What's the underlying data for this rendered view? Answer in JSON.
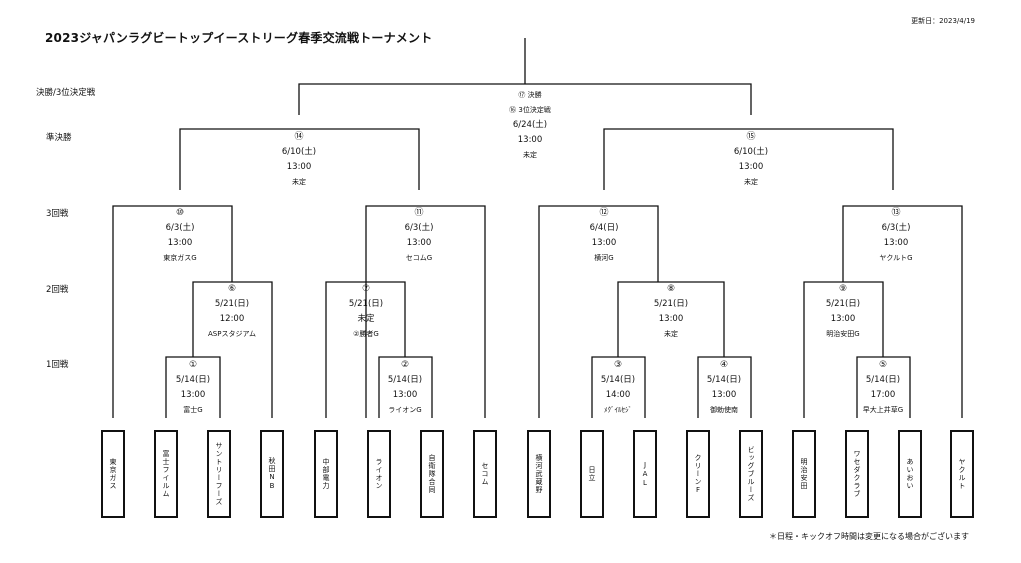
{
  "header": {
    "title": "2023ジャパンラグビートップイーストリーグ春季交流戦トーナメント",
    "updated": "更新日：2023/4/19"
  },
  "rounds": {
    "final": "決勝/3位決定戦",
    "semi": "準決勝",
    "r3": "3回戦",
    "r2": "2回戦",
    "r1": "1回戦"
  },
  "final_block": {
    "line1": "⑰ 決勝",
    "line2": "⑯ 3位決定戦",
    "date": "6/24(土)",
    "time": "13:00",
    "venue": "未定"
  },
  "matches": {
    "m14": {
      "num": "⑭",
      "date": "6/10(土)",
      "time": "13:00",
      "venue": "未定"
    },
    "m15": {
      "num": "⑮",
      "date": "6/10(土)",
      "time": "13:00",
      "venue": "未定"
    },
    "m10": {
      "num": "⑩",
      "date": "6/3(土)",
      "time": "13:00",
      "venue": "東京ガスG"
    },
    "m11": {
      "num": "⑪",
      "date": "6/3(土)",
      "time": "13:00",
      "venue": "セコムG"
    },
    "m12": {
      "num": "⑫",
      "date": "6/4(日)",
      "time": "13:00",
      "venue": "横河G"
    },
    "m13": {
      "num": "⑬",
      "date": "6/3(土)",
      "time": "13:00",
      "venue": "ヤクルトG"
    },
    "m6": {
      "num": "⑥",
      "date": "5/21(日)",
      "time": "12:00",
      "venue": "ASPスタジアム"
    },
    "m7": {
      "num": "⑦",
      "date": "5/21(日)",
      "time": "未定",
      "venue": "②勝者G"
    },
    "m8": {
      "num": "⑧",
      "date": "5/21(日)",
      "time": "13:00",
      "venue": "未定"
    },
    "m9": {
      "num": "⑨",
      "date": "5/21(日)",
      "time": "13:00",
      "venue": "明治安田G"
    },
    "m1": {
      "num": "①",
      "date": "5/14(日)",
      "time": "13:00",
      "venue": "富士G"
    },
    "m2": {
      "num": "②",
      "date": "5/14(日)",
      "time": "13:00",
      "venue": "ライオンG"
    },
    "m3": {
      "num": "③",
      "date": "5/14(日)",
      "time": "14:00",
      "venue": "ﾒｸﾞｲﾙｾｼﾞ"
    },
    "m4": {
      "num": "④",
      "date": "5/14(日)",
      "time": "13:00",
      "venue": "御勅使南"
    },
    "m5": {
      "num": "⑤",
      "date": "5/14(日)",
      "time": "17:00",
      "venue": "早大上井草G"
    }
  },
  "teams": [
    "東京ガス",
    "富士フイルム",
    "サントリーフーズ",
    "秋田NB",
    "中部電力",
    "ライオン",
    "自衛隊合同",
    "セコム",
    "横河武蔵野",
    "日立",
    "JAL",
    "クリーンF",
    "ビッグブルーズ",
    "明治安田",
    "ワセダクラブ",
    "あいおい",
    "ヤクルト"
  ],
  "footer": {
    "note": "＊日程・キックオフ時間は変更になる場合がございます"
  },
  "colors": {
    "line": "#111111",
    "background": "#ffffff"
  }
}
